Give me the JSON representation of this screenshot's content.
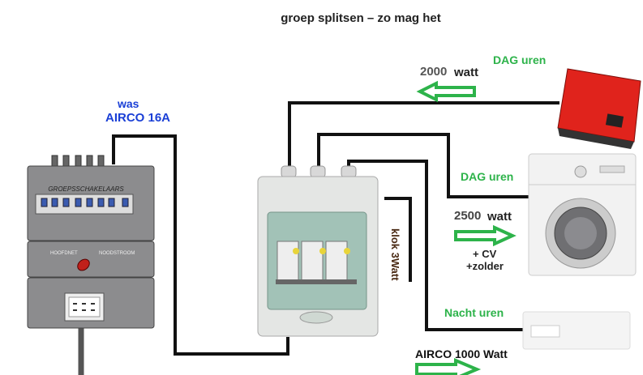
{
  "title": "groep splitsen – zo mag het",
  "panel": {
    "label": "GROEPSSCHAKELAARS",
    "main_label": "HOOFDNET",
    "backup_label": "NOODSTROOM"
  },
  "source_note": {
    "line1": "was",
    "line2": "AIRCO 16A"
  },
  "inverter": {
    "power": "2000",
    "unit": "watt",
    "period": "DAG uren"
  },
  "washer": {
    "period": "DAG uren",
    "power": "2500",
    "unit": "watt",
    "extra1": "+ CV",
    "extra2": "+zolder"
  },
  "clock": {
    "label": "klok 3Watt"
  },
  "night": {
    "period": "Nacht uren",
    "label": "AIRCO 1000 Watt"
  },
  "colors": {
    "green": "#2db34a",
    "blue": "#1a3fd6",
    "red": "#e0231c",
    "wire": "#111111",
    "brown": "#4a2a14"
  }
}
